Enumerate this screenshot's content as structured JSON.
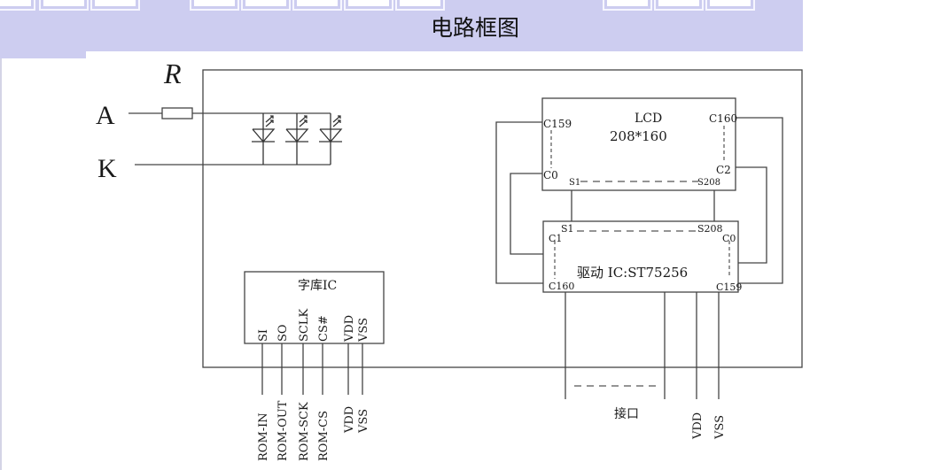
{
  "header": {
    "title": "电路框图",
    "background_color": "#cdcdf0"
  },
  "backlight": {
    "anode_label": "A",
    "cathode_label": "K",
    "resistor_label": "R",
    "led_count": 3
  },
  "lcd": {
    "title": "LCD",
    "resolution": "208*160",
    "pin_top_left": "C159",
    "pin_top_right": "C160",
    "pin_bottom_left": "C0",
    "pin_bottom_right": "C2",
    "seg_start": "S1",
    "seg_end": "S208"
  },
  "driver_ic": {
    "label": "驱动 IC:ST75256",
    "seg_start": "S1",
    "seg_end": "S208",
    "pin_top_left": "C1",
    "pin_top_right": "C0",
    "pin_bottom_left": "C160",
    "pin_bottom_right": "C159"
  },
  "font_ic": {
    "title": "字库IC",
    "pins": [
      "SI",
      "SO",
      "SCLK",
      "CS#",
      "VDD",
      "VSS"
    ],
    "external_labels": [
      "ROM-IN",
      "ROM-OUT",
      "ROM-SCK",
      "ROM-CS",
      "VDD",
      "VSS"
    ]
  },
  "interface": {
    "label": "接口",
    "power_labels": [
      "VDD",
      "VSS"
    ]
  }
}
